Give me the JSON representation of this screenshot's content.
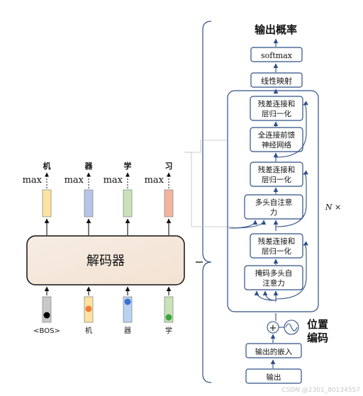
{
  "decoder": {
    "label": "解码器",
    "max_label": "max",
    "outputs": [
      "机",
      "器",
      "学",
      "习"
    ],
    "inputs": [
      "<BOS>",
      "机",
      "器",
      "学"
    ],
    "output_colors": [
      "#fde3a0",
      "#b7c4e6",
      "#c9e2b8",
      "#f3b49f"
    ],
    "input_colors": [
      "#c8c8c8",
      "#fde3a0",
      "#b7d3f0",
      "#c9e2b8"
    ],
    "dot_colors": [
      "#000000",
      "#f07f3a",
      "#3a6fd6",
      "#3aa63a"
    ]
  },
  "transformer": {
    "title": "输出概率",
    "softmax": "softmax",
    "linear": "线性映射",
    "addnorm_line1": "残差连接和",
    "addnorm_line2": "层归一化",
    "ffn_line1": "全连接前馈",
    "ffn_line2": "神经网络",
    "mha_line1": "多头自注意",
    "mha_line2": "力",
    "masked_line1": "掩码多头自",
    "masked_line2": "注意力",
    "repeat": "N ×",
    "pos_line1": "位置",
    "pos_line2": "编码",
    "plus": "+",
    "embedding": "输出的嵌入",
    "output": "输出"
  },
  "watermark": "CSDN @2301_80134557"
}
